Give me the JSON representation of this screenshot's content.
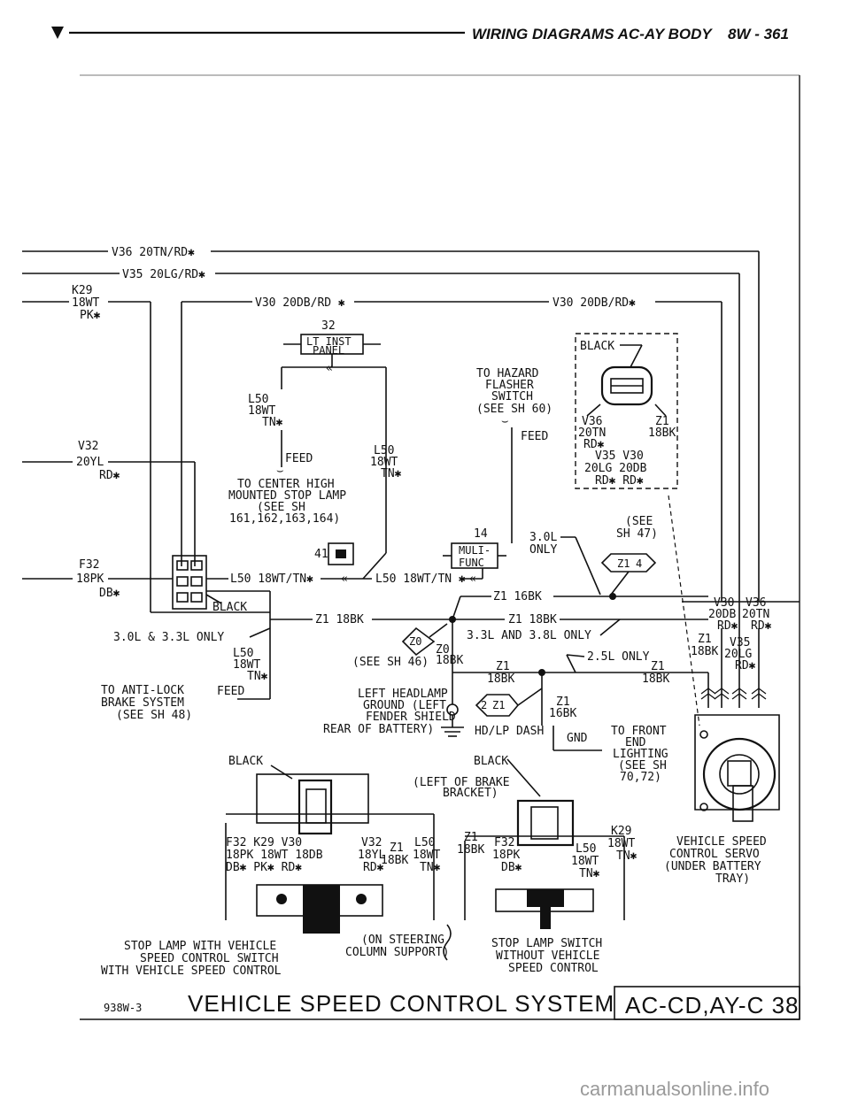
{
  "header": {
    "title": "WIRING DIAGRAMS AC-AY BODY",
    "page": "8W - 361"
  },
  "wires": {
    "v36": "V36 20TN/RD✱",
    "v35": "V35 20LG/RD✱",
    "k29": [
      "K29",
      "18WT",
      "PK✱"
    ],
    "v30_top_left": "V30 20DB/RD ✱",
    "v30_top_right": "V30 20DB/RD✱",
    "v32": [
      "V32",
      "20YL",
      "RD✱"
    ],
    "f32": [
      "F32",
      "18PK",
      "DB✱"
    ],
    "l50_upper": [
      "L50",
      "18WT",
      "TN✱"
    ],
    "l50_right": [
      "L50",
      "18WT",
      "TN✱"
    ],
    "l50_mid": "L50 18WT/TN✱",
    "l50_mid2": "L50 18WT/TN ✱",
    "l50_lower": [
      "L50",
      "18WT",
      "TN✱"
    ],
    "z1_18bk_left": "Z1 18BK",
    "z1_18bk_mid": "Z1 18BK",
    "z1_16bk": "Z1 16BK",
    "z0_18bk": [
      "Z0",
      "18BK"
    ],
    "z1_18bk_a": [
      "Z1",
      "18BK"
    ],
    "z1_18bk_b": [
      "Z1",
      "18BK"
    ],
    "z1_16bk_b": [
      "Z1",
      "16BK"
    ]
  },
  "labels": {
    "pin32": "32",
    "lt_inst_panel": [
      "LT INST",
      "PANEL"
    ],
    "feed": "FEED",
    "feed2": "FEED",
    "feed3": "FEED",
    "to_center": [
      "TO CENTER HIGH",
      "MOUNTED STOP LAMP",
      "(SEE SH",
      "161,162,163,164)"
    ],
    "to_hazard": [
      "TO HAZARD",
      "FLASHER",
      "SWITCH",
      "(SEE SH 60)"
    ],
    "black1": "BLACK",
    "conn_pins": [
      "V36",
      "20TN",
      "RD✱",
      "Z1",
      "18BK",
      "V35  V30",
      "20LG 20DB",
      "RD✱  RD✱"
    ],
    "see47": [
      "(SEE",
      "SH 47)"
    ],
    "three0l_only": [
      "3.0L",
      "ONLY"
    ],
    "pin14": "14",
    "multi_func": [
      "MULI-",
      "FUNC"
    ],
    "pin41": "41",
    "black2": "BLACK",
    "z0": "Z0",
    "z1_4": "Z1",
    "four": "4",
    "three3l": "3.0L & 3.3L ONLY",
    "three3l_38": "3.3L AND 3.8L ONLY",
    "two5l": "2.5L ONLY",
    "see46": "(SEE SH 46)",
    "to_anti": [
      "TO ANTI-LOCK",
      "BRAKE SYSTEM",
      "(SEE SH 48)"
    ],
    "left_hl": [
      "LEFT HEADLAMP",
      "GROUND (LEFT",
      "FENDER SHIELD",
      "REAR OF BATTERY)"
    ],
    "hdlp": "HD/LP DASH",
    "two": "2",
    "z1_2": "Z1",
    "gnd": "GND",
    "to_front": [
      "TO FRONT",
      "END",
      "LIGHTING",
      "(SEE SH",
      "70,72)"
    ],
    "v30_right": [
      "V30",
      "20DB",
      "RD✱"
    ],
    "v36_right": [
      "V36",
      "20TN",
      "RD✱"
    ],
    "z1_right": [
      "Z1",
      "18BK"
    ],
    "v35_right": [
      "V35",
      "20LG",
      "RD✱"
    ],
    "black3": "BLACK",
    "black4": "BLACK",
    "left_brake": [
      "(LEFT OF BRAKE",
      "BRACKET)"
    ],
    "sw1_pins": [
      "F32  K29  V30",
      "18PK 18WT 18DB",
      "DB✱  PK✱  RD✱"
    ],
    "sw1_v32": [
      "V32",
      "18YL",
      "RD✱"
    ],
    "sw1_z1": [
      "Z1",
      "18BK"
    ],
    "sw1_l50": [
      "L50",
      "18WT",
      "TN✱"
    ],
    "sw2_z1": [
      "Z1",
      "18BK"
    ],
    "sw2_f32": [
      "F32",
      "18PK",
      "DB✱"
    ],
    "sw2_l50": [
      "L50",
      "18WT",
      "TN✱"
    ],
    "sw2_k29": [
      "K29",
      "18WT",
      "TN✱"
    ],
    "sw1_caption": [
      "STOP LAMP WITH VEHICLE",
      "SPEED CONTROL SWITCH",
      "WITH VEHICLE SPEED CONTROL"
    ],
    "on_steering": [
      "(ON STEERING",
      "COLUMN SUPPORT)"
    ],
    "sw2_caption": [
      "STOP LAMP SWITCH",
      "WITHOUT VEHICLE",
      "SPEED CONTROL"
    ],
    "servo": [
      "VEHICLE SPEED",
      "CONTROL SERVO",
      "(UNDER BATTERY",
      "TRAY)"
    ]
  },
  "footer": {
    "code": "938W-3",
    "system": "VEHICLE SPEED CONTROL SYSTEM",
    "ref": "AC-CD,AY-C 38"
  },
  "watermark": "carmanualsonline.info"
}
